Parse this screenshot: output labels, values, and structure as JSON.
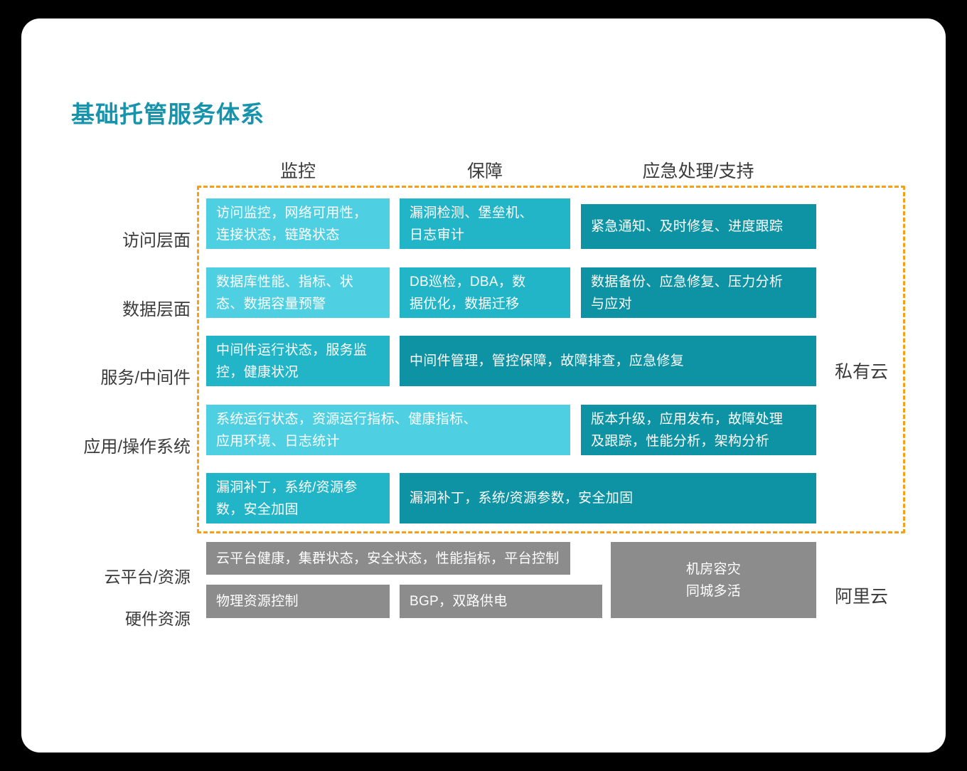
{
  "title": "基础托管服务体系",
  "palette": {
    "title_color": "#1794AC",
    "light_cyan": "#4FD0E2",
    "mid_teal": "#22B5C8",
    "dark_teal": "#0E93A4",
    "gray": "#8C8C8C",
    "dashed_border": "#F6A01A",
    "text_dark": "#3B3B3B",
    "card_background": "#FFFFFF"
  },
  "columns": [
    {
      "label": "监控"
    },
    {
      "label": "保障"
    },
    {
      "label": "应急处理/支持"
    }
  ],
  "rows": [
    {
      "label": "访问层面"
    },
    {
      "label": "数据层面"
    },
    {
      "label": "服务/中间件"
    },
    {
      "label": "应用/操作系统"
    },
    {
      "label": ""
    },
    {
      "label": "云平台/资源"
    },
    {
      "label": "硬件资源"
    }
  ],
  "side_tags": [
    {
      "label": "私有云"
    },
    {
      "label": "阿里云"
    }
  ],
  "cells": [
    {
      "id": "r1c1",
      "text": "访问监控，网络可用性，\n连接状态，链路状态",
      "color": "light_cyan"
    },
    {
      "id": "r1c2",
      "text": "漏洞检测、堡垒机、\n日志审计",
      "color": "mid_teal"
    },
    {
      "id": "r1c3",
      "text": "紧急通知、及时修复、进度跟踪",
      "color": "dark_teal"
    },
    {
      "id": "r2c1",
      "text": "数据库性能、指标、状\n态、数据容量预警",
      "color": "light_cyan"
    },
    {
      "id": "r2c2",
      "text": "DB巡检，DBA，数\n据优化，数据迁移",
      "color": "mid_teal"
    },
    {
      "id": "r2c3",
      "text": "数据备份、应急修复、压力分析\n与应对",
      "color": "dark_teal"
    },
    {
      "id": "r3c1",
      "text": "中间件运行状态，服务监\n控，健康状况",
      "color": "mid_teal"
    },
    {
      "id": "r3c23",
      "text": "中间件管理，管控保障，故障排查，应急修复",
      "color": "dark_teal"
    },
    {
      "id": "r4c12",
      "text": "系统运行状态，资源运行指标、健康指标、\n应用环境、日志统计",
      "color": "light_cyan"
    },
    {
      "id": "r4c3",
      "text": "版本升级，应用发布，故障处理\n及跟踪，性能分析，架构分析",
      "color": "dark_teal"
    },
    {
      "id": "r5c1",
      "text": "漏洞补丁，系统/资源参\n数，安全加固",
      "color": "mid_teal"
    },
    {
      "id": "r5c23",
      "text": "漏洞补丁，系统/资源参数，安全加固",
      "color": "dark_teal"
    },
    {
      "id": "r6c12",
      "text": "云平台健康，集群状态，安全状态，性能指标，平台控制",
      "color": "gray"
    },
    {
      "id": "r67c3",
      "text": "机房容灾\n同城多活",
      "color": "gray"
    },
    {
      "id": "r7c1",
      "text": "物理资源控制",
      "color": "gray"
    },
    {
      "id": "r7c2",
      "text": "BGP，双路供电",
      "color": "gray"
    }
  ]
}
